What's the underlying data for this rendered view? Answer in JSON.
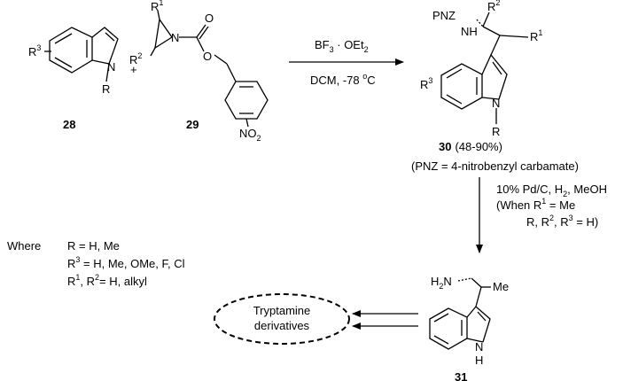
{
  "compounds": {
    "c28": {
      "id": "28",
      "atoms": {
        "r3": "R",
        "r3_sup": "3",
        "n": "N",
        "r": "R"
      }
    },
    "c29": {
      "id": "29",
      "atoms": {
        "r1": "R",
        "r1_sup": "1",
        "r2": "R",
        "r2_sup": "2",
        "n": "N",
        "o1": "O",
        "o2": "O",
        "no2": "NO",
        "no2_sub": "2"
      }
    },
    "c30": {
      "id": "30",
      "yield": "(48-90%)",
      "note": "(PNZ = 4-nitrobenzyl carbamate)",
      "atoms": {
        "pnz": "PNZ",
        "nh": "N",
        "h": "H",
        "r2": "R",
        "r2_sup": "2",
        "r1": "R",
        "r1_sup": "1",
        "r3": "R",
        "r3_sup": "3",
        "n": "N",
        "r": "R"
      }
    },
    "c31": {
      "id": "31",
      "atoms": {
        "h2n": "H",
        "h2n_sub": "2",
        "h2n_n": "N",
        "me": "Me",
        "n": "N",
        "h": "H"
      }
    }
  },
  "plus": "+",
  "step1": {
    "reagent_line1": {
      "a": "BF",
      "a_sub": "3",
      "b": " · OEt",
      "b_sub": "2"
    },
    "reagent_line2": {
      "a": "DCM, -78 ",
      "a_sup": "o",
      "b": "C"
    }
  },
  "step2": {
    "line1": {
      "a": "10% Pd/C, H",
      "a_sub": "2",
      "b": ", MeOH"
    },
    "line2": {
      "a": "(When R",
      "a_sup": "1",
      "b": " = Me"
    },
    "line3": {
      "a": "R, R",
      "a_sup": "2",
      "b": ", R",
      "b_sup": "3",
      "c": " = H)"
    }
  },
  "where": {
    "label": "Where",
    "line1": "R = H, Me",
    "line2": {
      "a": "R",
      "a_sup": "3",
      "b": " = H, Me, OMe, F, Cl"
    },
    "line3": {
      "a": "R",
      "a_sup": "1",
      "b": ", R",
      "b_sup": "2",
      "c": "= H, alkyl"
    }
  },
  "target": {
    "line1": "Tryptamine",
    "line2": "derivatives"
  }
}
